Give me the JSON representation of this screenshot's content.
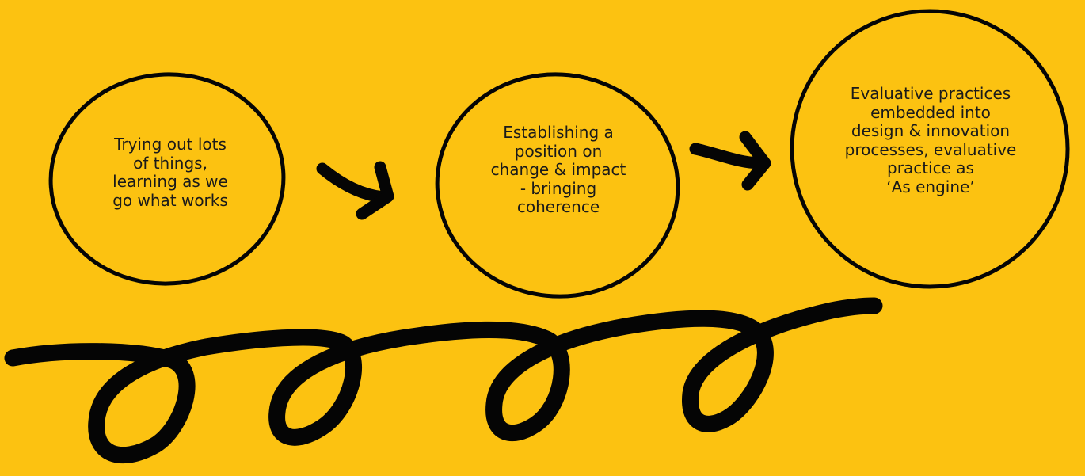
{
  "background_color": "#FCC211",
  "ink_color": "#050505",
  "stages": [
    {
      "text": "Trying out lots\nof things,\nlearning as we\ngo what works"
    },
    {
      "text": "Establishing a\nposition on\nchange & impact\n- bringing\ncoherence"
    },
    {
      "text": "Evaluative practices\nembedded into\ndesign & innovation\nprocesses, evaluative\npractice as\n‘As engine’"
    }
  ],
  "connectors": [
    "arrow-icon",
    "arrow-icon"
  ],
  "decoration": "loop-squiggle-icon"
}
